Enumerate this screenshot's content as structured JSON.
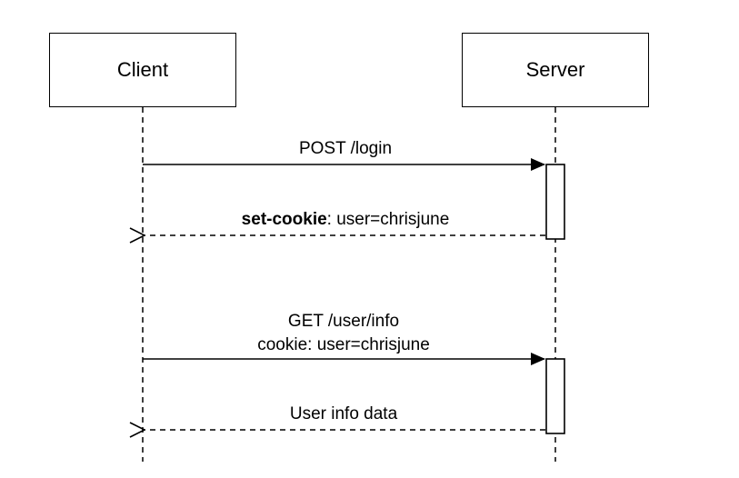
{
  "participants": {
    "client": "Client",
    "server": "Server"
  },
  "messages": [
    {
      "type": "sync",
      "from": "client",
      "to": "server",
      "lines": [
        "POST /login"
      ]
    },
    {
      "type": "reply",
      "from": "server",
      "to": "client",
      "keyword": "set-cookie",
      "text": ": user=chrisjune"
    },
    {
      "type": "sync",
      "from": "client",
      "to": "server",
      "lines": [
        "GET /user/info",
        "cookie: user=chrisjune"
      ]
    },
    {
      "type": "reply",
      "from": "server",
      "to": "client",
      "lines": [
        "User info data"
      ]
    }
  ],
  "colors": {
    "line": "#000000",
    "background": "#ffffff"
  }
}
